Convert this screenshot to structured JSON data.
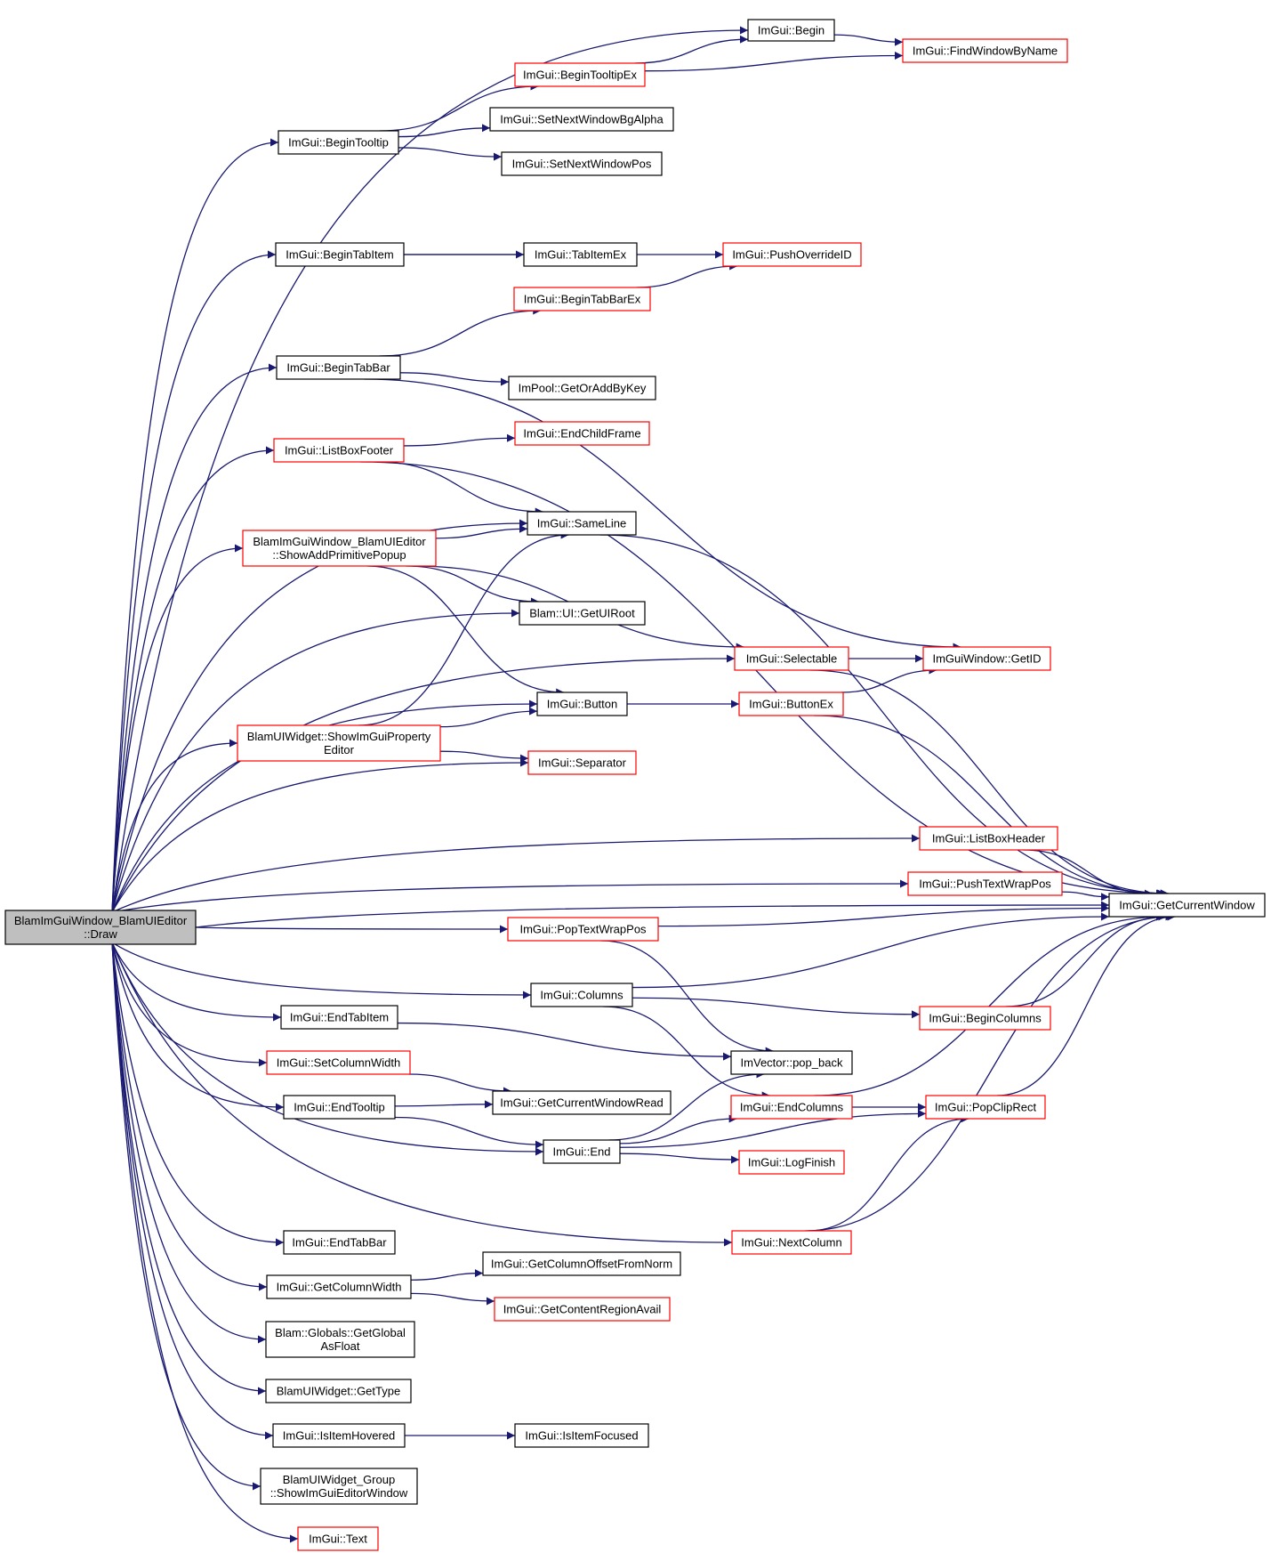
{
  "colors": {
    "edge": "#191970",
    "root_fill": "#bfbfbf",
    "node_fill": "#ffffff",
    "border_normal": "#000000",
    "border_truncated": "#ff0000"
  },
  "nodes": [
    {
      "id": "draw",
      "lines": [
        "BlamImGuiWindow_BlamUIEditor",
        "::Draw"
      ],
      "kind": "root"
    },
    {
      "id": "begin",
      "lines": [
        "ImGui::Begin"
      ],
      "kind": "normal"
    },
    {
      "id": "findwindowbyname",
      "lines": [
        "ImGui::FindWindowByName"
      ],
      "kind": "truncated"
    },
    {
      "id": "begintooltipex",
      "lines": [
        "ImGui::BeginTooltipEx"
      ],
      "kind": "truncated"
    },
    {
      "id": "begintooltip",
      "lines": [
        "ImGui::BeginTooltip"
      ],
      "kind": "normal"
    },
    {
      "id": "setnextwindowbgalpha",
      "lines": [
        "ImGui::SetNextWindowBgAlpha"
      ],
      "kind": "normal"
    },
    {
      "id": "setnextwindowpos",
      "lines": [
        "ImGui::SetNextWindowPos"
      ],
      "kind": "normal"
    },
    {
      "id": "begintabitem",
      "lines": [
        "ImGui::BeginTabItem"
      ],
      "kind": "normal"
    },
    {
      "id": "tabitemex",
      "lines": [
        "ImGui::TabItemEx"
      ],
      "kind": "normal"
    },
    {
      "id": "pushoverrideid",
      "lines": [
        "ImGui::PushOverrideID"
      ],
      "kind": "truncated"
    },
    {
      "id": "begintabbarex",
      "lines": [
        "ImGui::BeginTabBarEx"
      ],
      "kind": "truncated"
    },
    {
      "id": "begintabbar",
      "lines": [
        "ImGui::BeginTabBar"
      ],
      "kind": "normal"
    },
    {
      "id": "getoraddbykey",
      "lines": [
        "ImPool::GetOrAddByKey"
      ],
      "kind": "normal"
    },
    {
      "id": "listboxfooter",
      "lines": [
        "ImGui::ListBoxFooter"
      ],
      "kind": "truncated"
    },
    {
      "id": "endchildframe",
      "lines": [
        "ImGui::EndChildFrame"
      ],
      "kind": "truncated"
    },
    {
      "id": "sameline",
      "lines": [
        "ImGui::SameLine"
      ],
      "kind": "normal"
    },
    {
      "id": "showaddprimitivepopup",
      "lines": [
        "BlamImGuiWindow_BlamUIEditor",
        "::ShowAddPrimitivePopup"
      ],
      "kind": "truncated"
    },
    {
      "id": "getuiroot",
      "lines": [
        "Blam::UI::GetUIRoot"
      ],
      "kind": "normal"
    },
    {
      "id": "selectable",
      "lines": [
        "ImGui::Selectable"
      ],
      "kind": "truncated"
    },
    {
      "id": "getid",
      "lines": [
        "ImGuiWindow::GetID"
      ],
      "kind": "truncated"
    },
    {
      "id": "button",
      "lines": [
        "ImGui::Button"
      ],
      "kind": "normal"
    },
    {
      "id": "buttonex",
      "lines": [
        "ImGui::ButtonEx"
      ],
      "kind": "truncated"
    },
    {
      "id": "showimguipropertyeditor",
      "lines": [
        "BlamUIWidget::ShowImGuiProperty",
        "Editor"
      ],
      "kind": "truncated"
    },
    {
      "id": "separator",
      "lines": [
        "ImGui::Separator"
      ],
      "kind": "truncated"
    },
    {
      "id": "listboxheader",
      "lines": [
        "ImGui::ListBoxHeader"
      ],
      "kind": "truncated"
    },
    {
      "id": "pushtextwrappos",
      "lines": [
        "ImGui::PushTextWrapPos"
      ],
      "kind": "truncated"
    },
    {
      "id": "getcurrentwindow",
      "lines": [
        "ImGui::GetCurrentWindow"
      ],
      "kind": "normal"
    },
    {
      "id": "poptextwrappos",
      "lines": [
        "ImGui::PopTextWrapPos"
      ],
      "kind": "truncated"
    },
    {
      "id": "columns",
      "lines": [
        "ImGui::Columns"
      ],
      "kind": "normal"
    },
    {
      "id": "begincolumns",
      "lines": [
        "ImGui::BeginColumns"
      ],
      "kind": "truncated"
    },
    {
      "id": "endtabitem",
      "lines": [
        "ImGui::EndTabItem"
      ],
      "kind": "normal"
    },
    {
      "id": "pop_back",
      "lines": [
        "ImVector::pop_back"
      ],
      "kind": "normal"
    },
    {
      "id": "setcolumnwidth",
      "lines": [
        "ImGui::SetColumnWidth"
      ],
      "kind": "truncated"
    },
    {
      "id": "endtooltip",
      "lines": [
        "ImGui::EndTooltip"
      ],
      "kind": "normal"
    },
    {
      "id": "getcurrentwindowread",
      "lines": [
        "ImGui::GetCurrentWindowRead"
      ],
      "kind": "normal"
    },
    {
      "id": "endcolumns",
      "lines": [
        "ImGui::EndColumns"
      ],
      "kind": "truncated"
    },
    {
      "id": "popcliprect",
      "lines": [
        "ImGui::PopClipRect"
      ],
      "kind": "truncated"
    },
    {
      "id": "end",
      "lines": [
        "ImGui::End"
      ],
      "kind": "normal"
    },
    {
      "id": "logfinish",
      "lines": [
        "ImGui::LogFinish"
      ],
      "kind": "truncated"
    },
    {
      "id": "nextcolumn",
      "lines": [
        "ImGui::NextColumn"
      ],
      "kind": "truncated"
    },
    {
      "id": "endtabbar",
      "lines": [
        "ImGui::EndTabBar"
      ],
      "kind": "normal"
    },
    {
      "id": "getcolumnwidth",
      "lines": [
        "ImGui::GetColumnWidth"
      ],
      "kind": "normal"
    },
    {
      "id": "getcolumnoffsetfromnorm",
      "lines": [
        "ImGui::GetColumnOffsetFromNorm"
      ],
      "kind": "normal"
    },
    {
      "id": "getcontentregionavail",
      "lines": [
        "ImGui::GetContentRegionAvail"
      ],
      "kind": "truncated"
    },
    {
      "id": "getglobalasfloat",
      "lines": [
        "Blam::Globals::GetGlobal",
        "AsFloat"
      ],
      "kind": "normal"
    },
    {
      "id": "gettype",
      "lines": [
        "BlamUIWidget::GetType"
      ],
      "kind": "normal"
    },
    {
      "id": "isitemhovered",
      "lines": [
        "ImGui::IsItemHovered"
      ],
      "kind": "normal"
    },
    {
      "id": "isitemfocused",
      "lines": [
        "ImGui::IsItemFocused"
      ],
      "kind": "normal"
    },
    {
      "id": "showimguieditorwindow",
      "lines": [
        "BlamUIWidget_Group",
        "::ShowImGuiEditorWindow"
      ],
      "kind": "normal"
    },
    {
      "id": "text",
      "lines": [
        "ImGui::Text"
      ],
      "kind": "truncated"
    }
  ],
  "edges": [
    [
      "draw",
      "begin"
    ],
    [
      "draw",
      "begintooltip"
    ],
    [
      "draw",
      "begintabitem"
    ],
    [
      "draw",
      "begintabbar"
    ],
    [
      "draw",
      "listboxfooter"
    ],
    [
      "draw",
      "sameline"
    ],
    [
      "draw",
      "showaddprimitivepopup"
    ],
    [
      "draw",
      "getuiroot"
    ],
    [
      "draw",
      "selectable"
    ],
    [
      "draw",
      "button"
    ],
    [
      "draw",
      "showimguipropertyeditor"
    ],
    [
      "draw",
      "separator"
    ],
    [
      "draw",
      "listboxheader"
    ],
    [
      "draw",
      "pushtextwrappos"
    ],
    [
      "draw",
      "getcurrentwindow"
    ],
    [
      "draw",
      "poptextwrappos"
    ],
    [
      "draw",
      "columns"
    ],
    [
      "draw",
      "endtabitem"
    ],
    [
      "draw",
      "setcolumnwidth"
    ],
    [
      "draw",
      "endtooltip"
    ],
    [
      "draw",
      "end"
    ],
    [
      "draw",
      "nextcolumn"
    ],
    [
      "draw",
      "endtabbar"
    ],
    [
      "draw",
      "getcolumnwidth"
    ],
    [
      "draw",
      "getglobalasfloat"
    ],
    [
      "draw",
      "gettype"
    ],
    [
      "draw",
      "isitemhovered"
    ],
    [
      "draw",
      "showimguieditorwindow"
    ],
    [
      "draw",
      "text"
    ],
    [
      "begin",
      "findwindowbyname"
    ],
    [
      "begintooltipex",
      "begin"
    ],
    [
      "begintooltipex",
      "findwindowbyname"
    ],
    [
      "begintooltip",
      "begintooltipex"
    ],
    [
      "begintooltip",
      "setnextwindowbgalpha"
    ],
    [
      "begintooltip",
      "setnextwindowpos"
    ],
    [
      "begintabitem",
      "tabitemex"
    ],
    [
      "begintabitem",
      "pushoverrideid"
    ],
    [
      "begintabbarex",
      "pushoverrideid"
    ],
    [
      "begintabbar",
      "begintabbarex"
    ],
    [
      "begintabbar",
      "getoraddbykey"
    ],
    [
      "begintabbar",
      "getid"
    ],
    [
      "listboxfooter",
      "endchildframe"
    ],
    [
      "listboxfooter",
      "sameline"
    ],
    [
      "listboxfooter",
      "getcurrentwindow"
    ],
    [
      "sameline",
      "getcurrentwindow"
    ],
    [
      "showaddprimitivepopup",
      "sameline"
    ],
    [
      "showaddprimitivepopup",
      "getuiroot"
    ],
    [
      "showaddprimitivepopup",
      "selectable"
    ],
    [
      "showaddprimitivepopup",
      "button"
    ],
    [
      "selectable",
      "getid"
    ],
    [
      "selectable",
      "getcurrentwindow"
    ],
    [
      "button",
      "buttonex"
    ],
    [
      "buttonex",
      "getid"
    ],
    [
      "buttonex",
      "getcurrentwindow"
    ],
    [
      "showimguipropertyeditor",
      "sameline"
    ],
    [
      "showimguipropertyeditor",
      "button"
    ],
    [
      "showimguipropertyeditor",
      "separator"
    ],
    [
      "listboxheader",
      "getcurrentwindow"
    ],
    [
      "pushtextwrappos",
      "getcurrentwindow"
    ],
    [
      "poptextwrappos",
      "getcurrentwindow"
    ],
    [
      "poptextwrappos",
      "pop_back"
    ],
    [
      "columns",
      "getcurrentwindow"
    ],
    [
      "columns",
      "begincolumns"
    ],
    [
      "columns",
      "endcolumns"
    ],
    [
      "begincolumns",
      "getcurrentwindow"
    ],
    [
      "endtabitem",
      "pop_back"
    ],
    [
      "setcolumnwidth",
      "getcurrentwindowread"
    ],
    [
      "endtooltip",
      "getcurrentwindowread"
    ],
    [
      "endtooltip",
      "end"
    ],
    [
      "endcolumns",
      "getcurrentwindow"
    ],
    [
      "endcolumns",
      "popcliprect"
    ],
    [
      "popcliprect",
      "getcurrentwindow"
    ],
    [
      "end",
      "pop_back"
    ],
    [
      "end",
      "endcolumns"
    ],
    [
      "end",
      "logfinish"
    ],
    [
      "end",
      "popcliprect"
    ],
    [
      "nextcolumn",
      "popcliprect"
    ],
    [
      "nextcolumn",
      "getcurrentwindow"
    ],
    [
      "getcolumnwidth",
      "getcolumnoffsetfromnorm"
    ],
    [
      "getcolumnwidth",
      "getcontentregionavail"
    ],
    [
      "isitemhovered",
      "isitemfocused"
    ]
  ]
}
